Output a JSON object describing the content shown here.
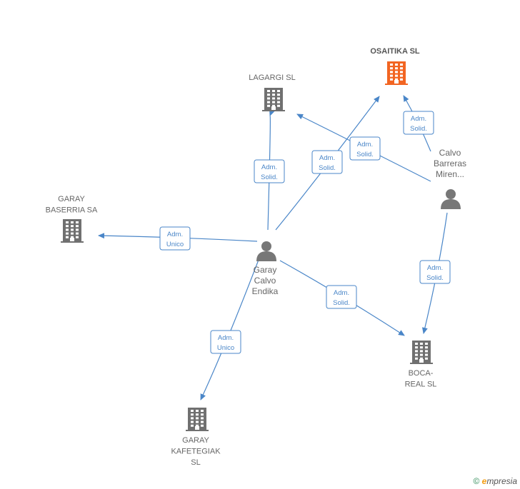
{
  "colors": {
    "edge": "#4a86c8",
    "company": "#707070",
    "focus_company": "#f26522",
    "person": "#777777"
  },
  "nodes": [
    {
      "id": "osaitika",
      "type": "company",
      "focus": true,
      "label_lines": [
        "OSAITIKA  SL"
      ],
      "icon": "building-icon"
    },
    {
      "id": "lagargi",
      "type": "company",
      "label_lines": [
        "LAGARGI  SL"
      ],
      "icon": "building-icon"
    },
    {
      "id": "garay_baserria",
      "type": "company",
      "label_lines": [
        "GARAY",
        "BASERRIA SA"
      ],
      "icon": "building-icon"
    },
    {
      "id": "calvo_barreras",
      "type": "person",
      "label_lines": [
        "Calvo",
        "Barreras",
        "Miren..."
      ],
      "icon": "person-icon"
    },
    {
      "id": "garay_calvo",
      "type": "person",
      "label_lines": [
        "Garay",
        "Calvo",
        "Endika"
      ],
      "icon": "person-icon"
    },
    {
      "id": "boca_real",
      "type": "company",
      "label_lines": [
        "BOCA-",
        "REAL SL"
      ],
      "icon": "building-icon"
    },
    {
      "id": "garay_kafetegiak",
      "type": "company",
      "label_lines": [
        "GARAY",
        "KAFETEGIAK",
        "SL"
      ],
      "icon": "building-icon"
    }
  ],
  "edges": [
    {
      "from": "garay_calvo",
      "to": "lagargi",
      "label_lines": [
        "Adm.",
        "Solid."
      ]
    },
    {
      "from": "garay_calvo",
      "to": "osaitika",
      "label_lines": [
        "Adm.",
        "Solid."
      ]
    },
    {
      "from": "garay_calvo",
      "to": "garay_baserria",
      "label_lines": [
        "Adm.",
        "Unico"
      ]
    },
    {
      "from": "garay_calvo",
      "to": "boca_real",
      "label_lines": [
        "Adm.",
        "Solid."
      ]
    },
    {
      "from": "garay_calvo",
      "to": "garay_kafetegiak",
      "label_lines": [
        "Adm.",
        "Unico"
      ]
    },
    {
      "from": "calvo_barreras",
      "to": "lagargi",
      "label_lines": [
        "Adm.",
        "Solid."
      ]
    },
    {
      "from": "calvo_barreras",
      "to": "osaitika",
      "label_lines": [
        "Adm.",
        "Solid."
      ]
    },
    {
      "from": "calvo_barreras",
      "to": "boca_real",
      "label_lines": [
        "Adm.",
        "Solid."
      ]
    }
  ],
  "footer": {
    "copyright_symbol": "©",
    "brand_initial": "e",
    "brand_rest": "mpresia"
  }
}
